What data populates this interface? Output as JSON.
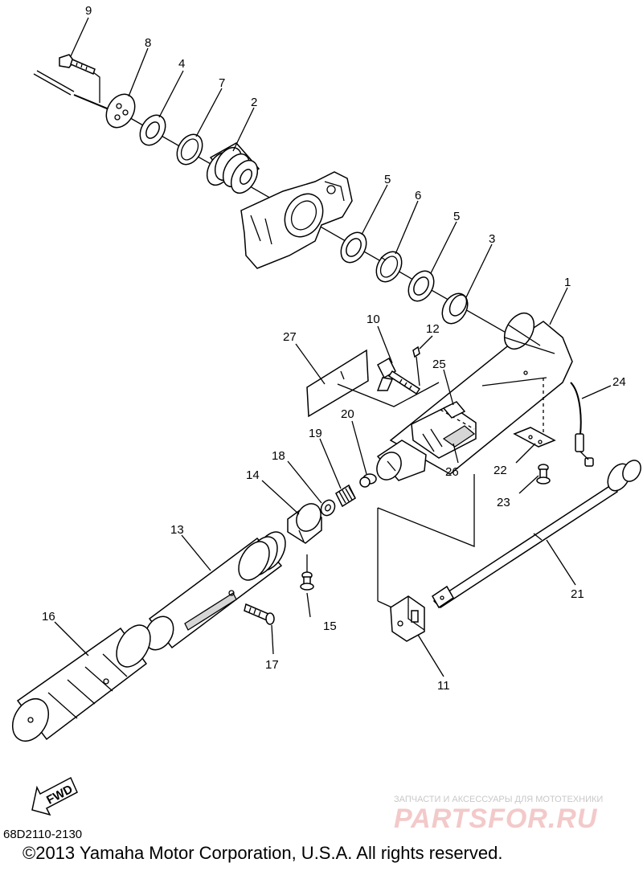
{
  "diagram": {
    "callouts": [
      {
        "id": "9",
        "text": "9"
      },
      {
        "id": "8",
        "text": "8"
      },
      {
        "id": "4",
        "text": "4"
      },
      {
        "id": "7",
        "text": "7"
      },
      {
        "id": "2",
        "text": "2"
      },
      {
        "id": "5a",
        "text": "5"
      },
      {
        "id": "6",
        "text": "6"
      },
      {
        "id": "5b",
        "text": "5"
      },
      {
        "id": "3",
        "text": "3"
      },
      {
        "id": "1",
        "text": "1"
      },
      {
        "id": "10",
        "text": "10"
      },
      {
        "id": "12",
        "text": "12"
      },
      {
        "id": "27",
        "text": "27"
      },
      {
        "id": "25",
        "text": "25"
      },
      {
        "id": "24",
        "text": "24"
      },
      {
        "id": "20",
        "text": "20"
      },
      {
        "id": "19",
        "text": "19"
      },
      {
        "id": "18",
        "text": "18"
      },
      {
        "id": "14",
        "text": "14"
      },
      {
        "id": "26",
        "text": "26"
      },
      {
        "id": "22",
        "text": "22"
      },
      {
        "id": "23",
        "text": "23"
      },
      {
        "id": "13",
        "text": "13"
      },
      {
        "id": "21",
        "text": "21"
      },
      {
        "id": "16",
        "text": "16"
      },
      {
        "id": "15",
        "text": "15"
      },
      {
        "id": "17",
        "text": "17"
      },
      {
        "id": "11",
        "text": "11"
      }
    ],
    "fwd_label": "FWD",
    "diagram_code": "68D2110-2130",
    "copyright": "©2013 Yamaha Motor Corporation, U.S.A. All rights reserved.",
    "watermark_tagline": "ЗАПЧАСТИ И АКСЕССУАРЫ ДЛЯ МОТОТЕХНИКИ",
    "watermark_logo": "PARTSFOR.RU"
  }
}
